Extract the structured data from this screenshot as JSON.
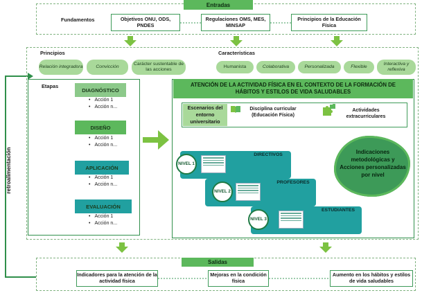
{
  "entradas": {
    "title": "Entradas",
    "fundamentos_label": "Fundamentos",
    "items": [
      "Objetivos ONU, ODS, PNDES",
      "Regulaciones OMS, MES, MINSAP",
      "Principios de la Educación Física"
    ]
  },
  "principios": {
    "label": "Principios",
    "items": [
      "Relación integradora",
      "Convicción",
      "Carácter sustentable de las acciones"
    ]
  },
  "caracteristicas": {
    "label": "Características",
    "items": [
      "Humanista",
      "Colaborativa",
      "Personalizada",
      "Flexible",
      "Interactiva y reflexiva"
    ]
  },
  "etapas": {
    "label": "Etapas",
    "stages": [
      {
        "name": "DIAGNÓSTICO",
        "actions": [
          "Acción 1",
          "Acción n..."
        ]
      },
      {
        "name": "DISEÑO",
        "actions": [
          "Acción 1",
          "Acción n..."
        ]
      },
      {
        "name": "APLICACIÓN",
        "actions": [
          "Acción 1",
          "Acción n..."
        ]
      },
      {
        "name": "EVALUACIÓN",
        "actions": [
          "Acción 1",
          "Acción n..."
        ]
      }
    ]
  },
  "main": {
    "title": "ATENCIÓN DE LA ACTIVIDAD FÍSICA EN EL CONTEXTO DE LA FORMACIÓN DE HÁBITOS Y ESTILOS DE VIDA SALUDABLES",
    "escenarios": "Escenarios del entorno universitario",
    "disciplina": "Disciplina curricular (Educación Física)",
    "actividades": "Actividades extracurriculares",
    "levels": [
      {
        "nivel": "NIVEL 1",
        "group": "DIRECTIVOS"
      },
      {
        "nivel": "NIVEL 2",
        "group": "PROFESORES"
      },
      {
        "nivel": "NIVEL 3",
        "group": "ESTUDIANTES"
      }
    ],
    "indicaciones": "Indicaciones metodológicas y Acciones personalizadas por nivel"
  },
  "retro": "retroalimentación",
  "salidas": {
    "title": "Salidas",
    "items": [
      "Indicadores para la atención de la actividad física",
      "Mejoras en la condición física",
      "Aumento en los hábitos y estilos de vida saludables"
    ]
  },
  "colors": {
    "green": "#5cb85c",
    "teal": "#21a0a0",
    "dark_green": "#1f7a44",
    "light_green": "#a9d99a"
  },
  "icons": [
    "book-icon",
    "puzzle-icon",
    "arrow-down-icon",
    "arrow-right-icon"
  ]
}
